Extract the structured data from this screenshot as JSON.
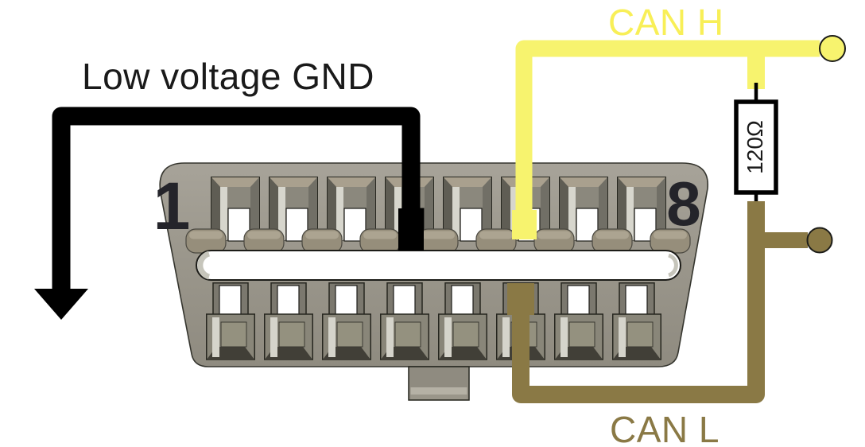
{
  "diagram": {
    "description": "OBD-II connector CAN bus wiring diagram",
    "labels": {
      "gnd": "Low voltage GND",
      "can_h": "CAN H",
      "can_l": "CAN L",
      "resistor_value": "120Ω",
      "pin_first": "1",
      "pin_last": "8"
    },
    "colors": {
      "gnd_wire": "#000000",
      "can_h_wire": "#f7f36e",
      "can_h_text": "#f8ef57",
      "can_l_wire": "#8a7945",
      "can_l_text": "#8a7945",
      "connector_body": "#9b978c",
      "resistor_fill": "#ffffff",
      "resistor_border": "#000000",
      "label_text": "#1a1a1a",
      "pin_number_text": "#24242a",
      "terminal_outline": "#1c1c18"
    }
  }
}
